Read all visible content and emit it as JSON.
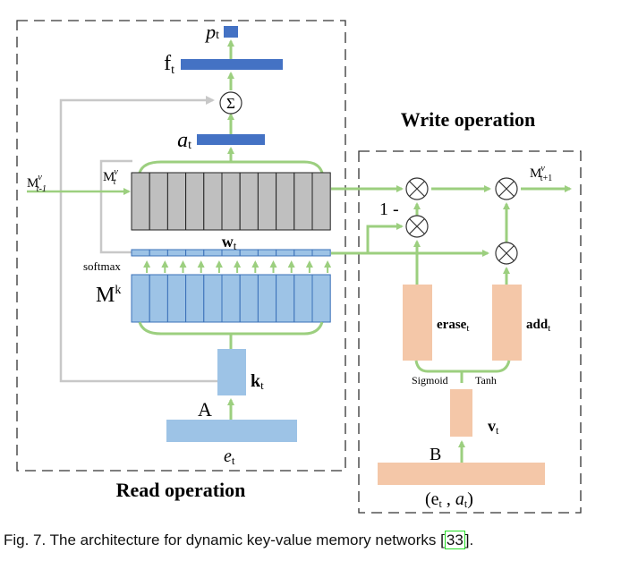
{
  "read": {
    "title": "Read operation",
    "p_label": "p",
    "p_sub": "t",
    "f_label": "f",
    "f_sub": "t",
    "a_label": "a",
    "a_sub": "t",
    "sum_symbol": "Σ",
    "mv_prev": "M",
    "mv_prev_sup": "v",
    "mv_prev_sub": "t-1",
    "mv_cur": "M",
    "mv_cur_sup": "v",
    "mv_cur_sub": "t",
    "w_label": "w",
    "w_sub": "t",
    "softmax": "softmax",
    "mk_label": "M",
    "mk_sup": "k",
    "k_label": "k",
    "k_sub": "t",
    "A_label": "A",
    "e_label": "e",
    "e_sub": "t"
  },
  "write": {
    "title": "Write operation",
    "mv_next": "M",
    "mv_next_sup": "v",
    "mv_next_sub": "t+1",
    "one_minus": "1 -",
    "erase_label": "erase",
    "erase_sub": "t",
    "add_label": "add",
    "add_sub": "t",
    "sigmoid": "Sigmoid",
    "tanh": "Tanh",
    "v_label": "v",
    "v_sub": "t",
    "B_label": "B",
    "input_label": "(e",
    "input_sub1": "t",
    "input_mid": " ,  ",
    "input_a": "a",
    "input_sub2": "t",
    "input_close": ")",
    "otimes": "⊗"
  },
  "colors": {
    "green": "#9ccf7f",
    "dark_blue": "#4472c4",
    "light_blue": "#9dc3e6",
    "gray_mem": "#bfbfbf",
    "peach": "#f4c7a8",
    "gray_line": "#c8c8c8"
  },
  "caption": {
    "text": "Fig. 7. The architecture for dynamic key-value memory networks [",
    "ref": "33",
    "end": "]."
  }
}
